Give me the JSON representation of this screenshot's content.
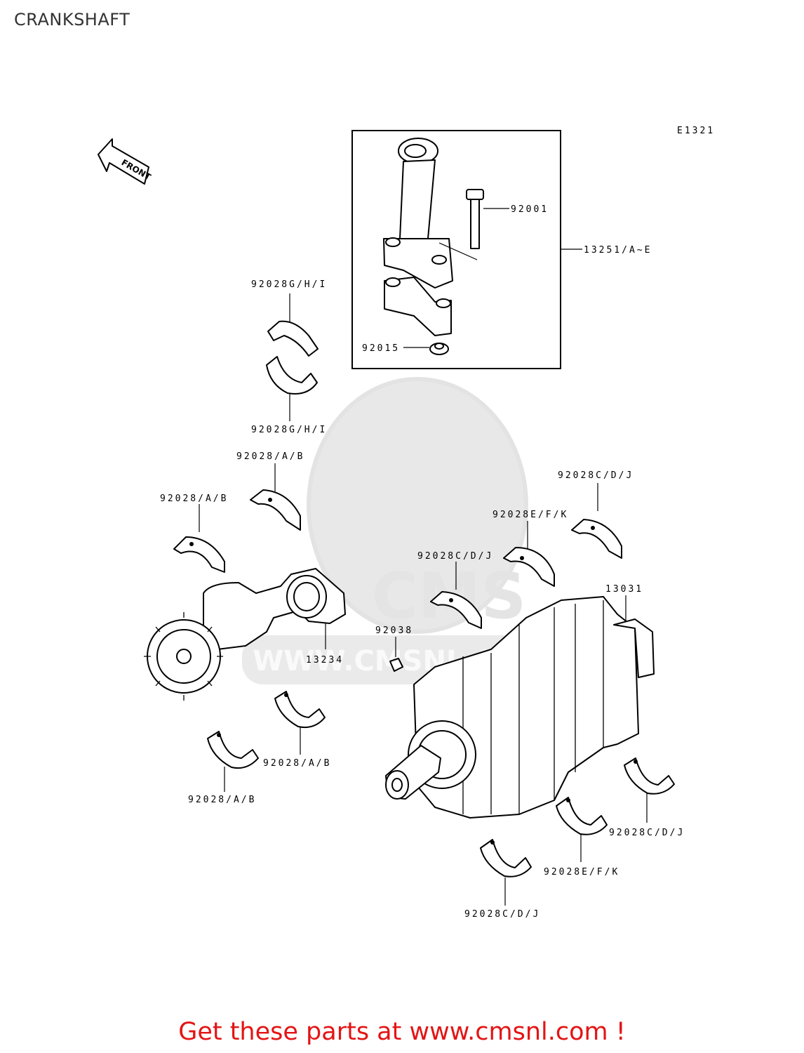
{
  "page": {
    "title": "CRANKSHAFT"
  },
  "diagram": {
    "ref": "E1321",
    "front_label": "FRONT",
    "watermark_url": "WWW.CMSNL.COM",
    "watermark_logo": "CMS",
    "labels": {
      "conrod_bolt": "92001",
      "conrod_assy": "13251/A~E",
      "conrod_nut": "92015",
      "bearing_ghi_top": "92028G/H/I",
      "bearing_ghi_bottom": "92028G/H/I",
      "bearing_ab_1": "92028/A/B",
      "bearing_ab_2": "92028/A/B",
      "bearing_ab_3": "92028/A/B",
      "bearing_ab_4": "92028/A/B",
      "bearing_cdj_1": "92028C/D/J",
      "bearing_cdj_2": "92028C/D/J",
      "bearing_cdj_3": "92028C/D/J",
      "bearing_cdj_4": "92028C/D/J",
      "bearing_efk_1": "92028E/F/K",
      "bearing_efk_2": "92028E/F/K",
      "crankshaft": "13031",
      "balancer_shaft": "13234",
      "key": "92038"
    }
  },
  "footer": {
    "text": "Get these parts at www.cmsnl.com !"
  }
}
